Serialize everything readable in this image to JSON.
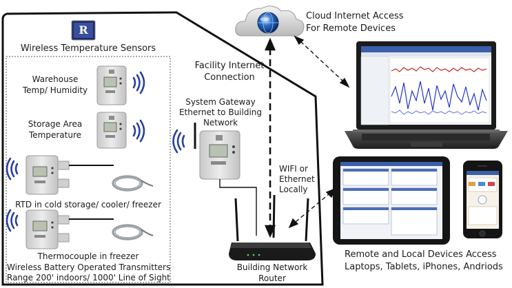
{
  "diagram": {
    "sensors_panel": {
      "title": "Wireless Temperature Sensors",
      "footer_line1": "Wireless Battery Operated Transmitters",
      "footer_line2": "Range 200' indoors/ 1000' Line of Sight",
      "sensors": [
        {
          "label_line1": "Warehouse",
          "label_line2": "Temp/ Humidity"
        },
        {
          "label_line1": "Storage Area",
          "label_line2": "Temperature"
        },
        {
          "label_line1": "RTD in cold storage/ cooler/ freezer"
        },
        {
          "label_line1": "Thermocouple in freezer"
        }
      ]
    },
    "facility_internet": {
      "line1": "Facility Internet",
      "line2": "Connection"
    },
    "gateway": {
      "line1": "System Gateway",
      "line2": "Ethernet to Building",
      "line3": "Network"
    },
    "cloud": {
      "line1": "Cloud Internet Access",
      "line2": "For Remote Devices"
    },
    "wifi": {
      "line1": "WIFI or",
      "line2": "Ethernet",
      "line3": "Locally"
    },
    "router": {
      "line1": "Building Network",
      "line2": "Router"
    },
    "devices": {
      "line1": "Remote and Local Devices Access",
      "line2": "Laptops, Tablets, iPhones, Andriods"
    },
    "logo_text": "R"
  },
  "colors": {
    "outline": "#111111",
    "wifi_wave": "#2a3fa0",
    "device_body": "#d8d8d8",
    "cloud_globe": "#2b6cc4",
    "chart_red": "#cc2222",
    "chart_blue": "#2233cc"
  }
}
